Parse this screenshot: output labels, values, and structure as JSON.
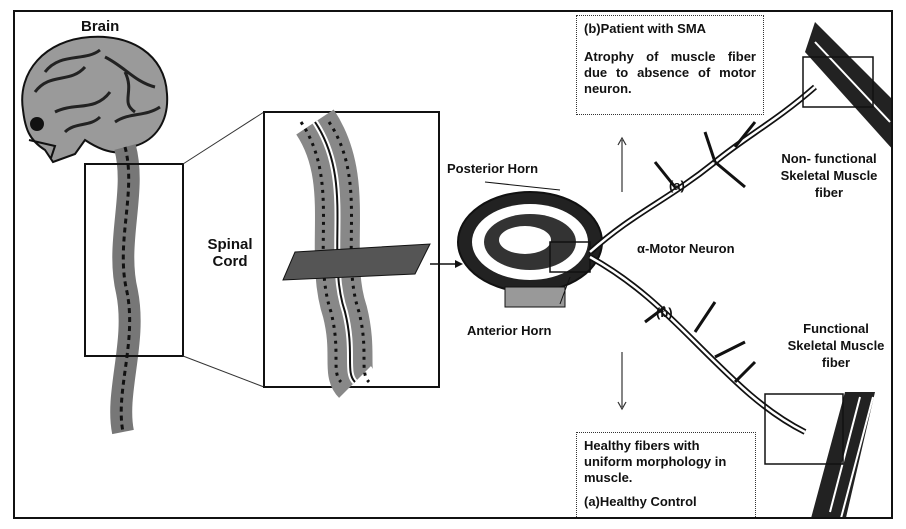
{
  "labels": {
    "brain": "Brain",
    "spinal_cord": "Spinal Cord",
    "posterior_horn": "Posterior Horn",
    "anterior_horn": "Anterior Horn",
    "motor_neuron": "α-Motor Neuron",
    "branch_a": "(a)",
    "branch_b": "(b)",
    "nonfunctional": "Non- functional Skeletal Muscle fiber",
    "functional": "Functional Skeletal Muscle fiber"
  },
  "sma_box": {
    "title": "(b)Patient with SMA",
    "text": "Atrophy of muscle fiber due to absence of motor neuron."
  },
  "healthy_box": {
    "text": "Healthy fibers with uniform morphology in muscle.",
    "title": "(a)Healthy Control"
  }
}
